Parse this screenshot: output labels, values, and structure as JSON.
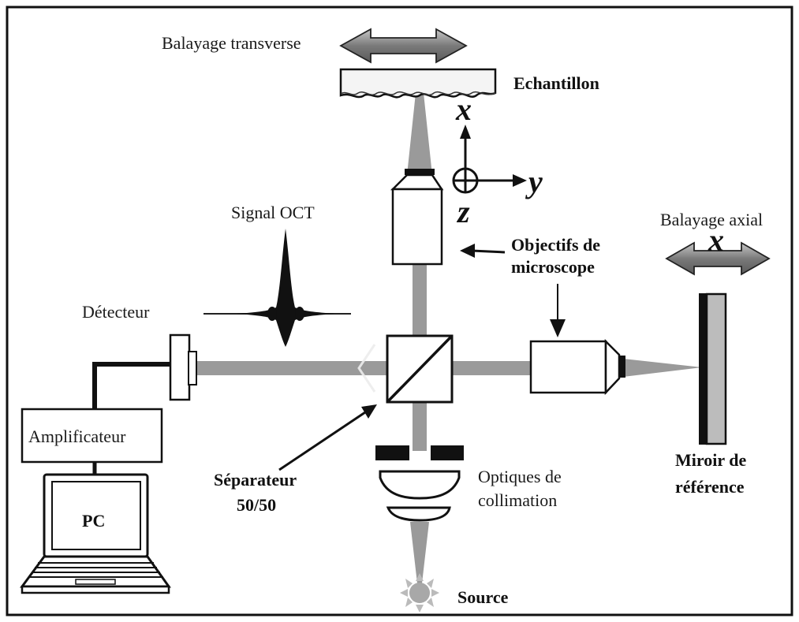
{
  "labels": {
    "balayage_transverse": "Balayage transverse",
    "echantillon": "Echantillon",
    "signal_oct": "Signal OCT",
    "balayage_axial": "Balayage axial",
    "objectifs_line1": "Objectifs de",
    "objectifs_line2": "microscope",
    "detecteur": "Détecteur",
    "amplificateur": "Amplificateur",
    "pc": "PC",
    "separateur_line1": "Séparateur",
    "separateur_line2": "50/50",
    "optiques_line1": "Optiques de",
    "optiques_line2": "collimation",
    "miroir_line1": "Miroir de",
    "miroir_line2": "référence",
    "source": "Source"
  },
  "axes": {
    "x": "x",
    "y": "y",
    "z": "z",
    "axial_x": "x"
  },
  "colors": {
    "beam": "#9a9a9a",
    "arrow_fill": "#8a8a8a",
    "ink": "#111111",
    "mirror_fill": "#bcbcbc"
  }
}
